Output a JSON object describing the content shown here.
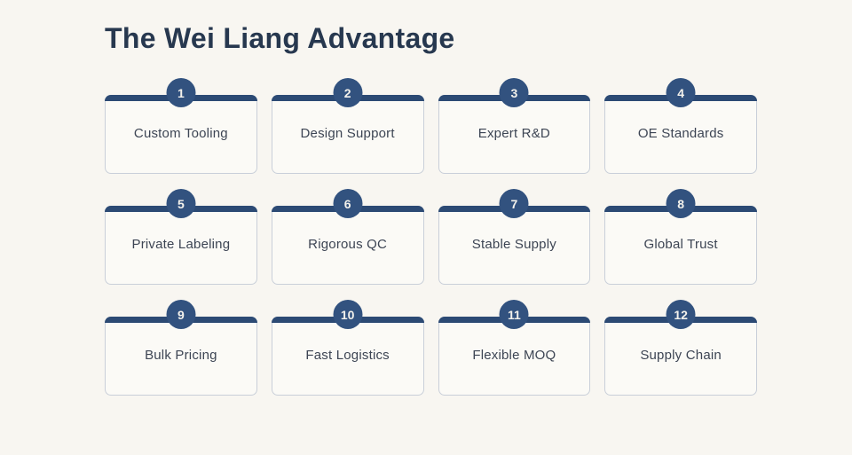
{
  "page": {
    "title": "The Wei Liang Advantage"
  },
  "colors": {
    "background": "#f8f6f1",
    "card_background": "#fbfaf6",
    "card_border": "#c9cfd9",
    "accent_bar": "#2c4a74",
    "badge": "#32527f",
    "badge_text": "#f4f2ec",
    "title_text": "#27384f",
    "label_text": "#3d4554"
  },
  "advantages": [
    {
      "number": "1",
      "label": "Custom Tooling"
    },
    {
      "number": "2",
      "label": "Design Support"
    },
    {
      "number": "3",
      "label": "Expert R&D"
    },
    {
      "number": "4",
      "label": "OE Standards"
    },
    {
      "number": "5",
      "label": "Private Labeling"
    },
    {
      "number": "6",
      "label": "Rigorous QC"
    },
    {
      "number": "7",
      "label": "Stable Supply"
    },
    {
      "number": "8",
      "label": "Global Trust"
    },
    {
      "number": "9",
      "label": "Bulk Pricing"
    },
    {
      "number": "10",
      "label": "Fast Logistics"
    },
    {
      "number": "11",
      "label": "Flexible MOQ"
    },
    {
      "number": "12",
      "label": "Supply Chain"
    }
  ]
}
